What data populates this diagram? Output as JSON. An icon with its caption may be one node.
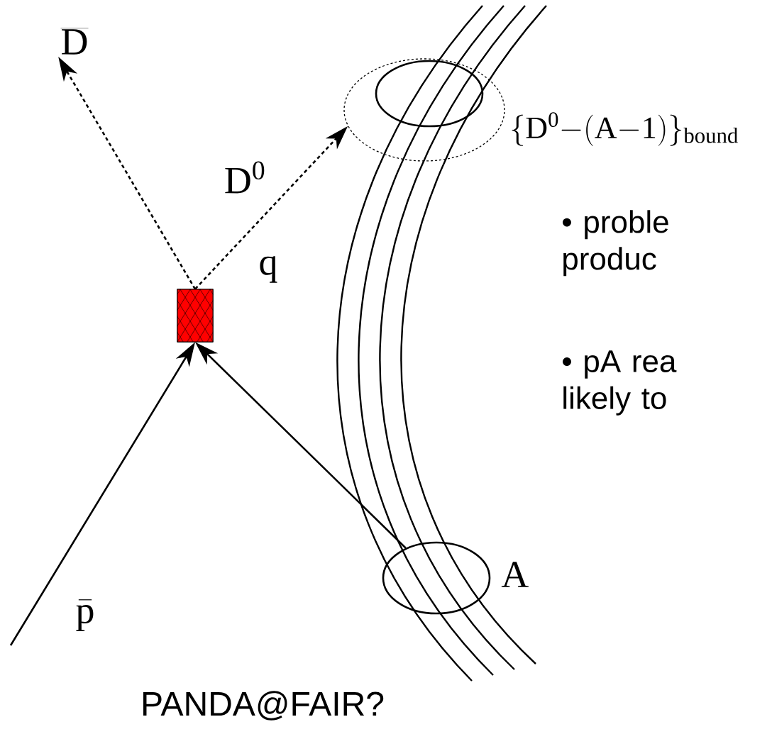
{
  "diagram": {
    "nodes": [
      {
        "text": [
          "\\overline{\\mathrm{D}}"
        ]
      },
      {
        "text": [],
        "shape": "box"
      },
      {
        "text": [
          "\\{\\mathrm{D}^{\\mathrm{0}}{-}(\\mathrm{A}{-}\\mathrm{1})\\}_{\\mathrm{bound}}"
        ]
      },
      {
        "text": [],
        "shape": "circle",
        "in": 2
      },
      {
        "text": [
          "A"
        ]
      }
    ],
    "edges": [
      {
        "from": 1,
        "to": 0,
        "arrow": "to",
        "style": "dashed"
      },
      {
        "from": 1,
        "to": 2,
        "arrow": "to",
        "style": "dashed",
        "label": "\\mathrm{D}^{\\mathrm{0}}"
      },
      {
        "from": null,
        "to": 1,
        "arrow": "to",
        "label": "\\bar{\\mathrm{p}}"
      },
      {
        "from": 4,
        "to": 1,
        "arrow": "to"
      }
    ],
    "labels": [
      "q",
      "• proble produc",
      "• pA rea likely to",
      "PANDA@FAIR?"
    ]
  }
}
